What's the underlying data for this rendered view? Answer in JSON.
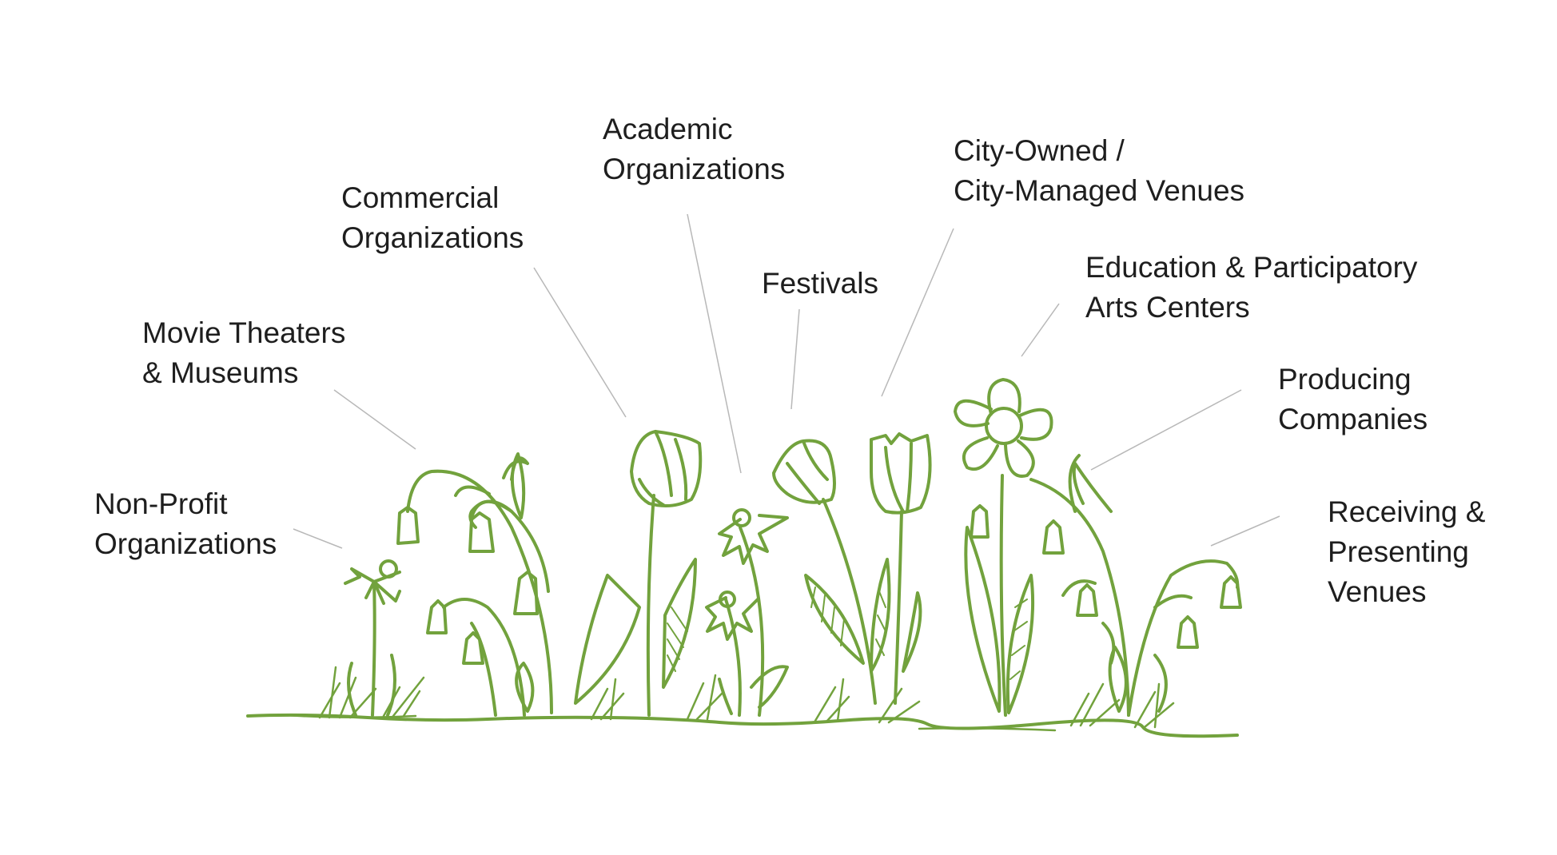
{
  "labels": {
    "non_profit": [
      "Non-Profit",
      "Organizations"
    ],
    "movie_theaters": [
      "Movie Theaters",
      "& Museums"
    ],
    "commercial": [
      "Commercial",
      "Organizations"
    ],
    "academic": [
      "Academic",
      "Organizations"
    ],
    "festivals": [
      "Festivals"
    ],
    "city_owned": [
      "City-Owned /",
      "City-Managed Venues"
    ],
    "education": [
      "Education & Participatory",
      "Arts Centers"
    ],
    "producing": [
      "Producing",
      "Companies"
    ],
    "receiving": [
      "Receiving &",
      "Presenting",
      "Venues"
    ]
  },
  "colors": {
    "ink": "#72a23d",
    "text": "#1e1e1e",
    "leader": "#b8b8b8"
  }
}
